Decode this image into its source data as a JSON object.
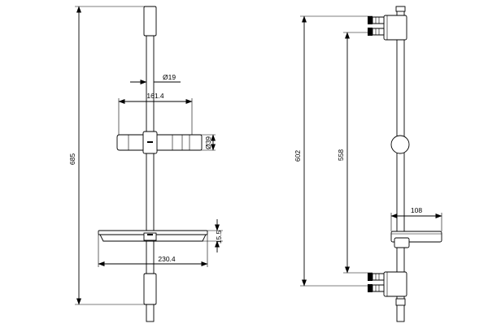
{
  "dimensions": {
    "front_total_height": "685",
    "rod_diameter": "Ø19",
    "holder_width": "161.4",
    "holder_diameter": "Ø39",
    "shelf_thickness": "15.5",
    "shelf_width": "230.4",
    "side_total_height": "602",
    "bracket_spacing": "558",
    "soap_dish_width": "108"
  }
}
